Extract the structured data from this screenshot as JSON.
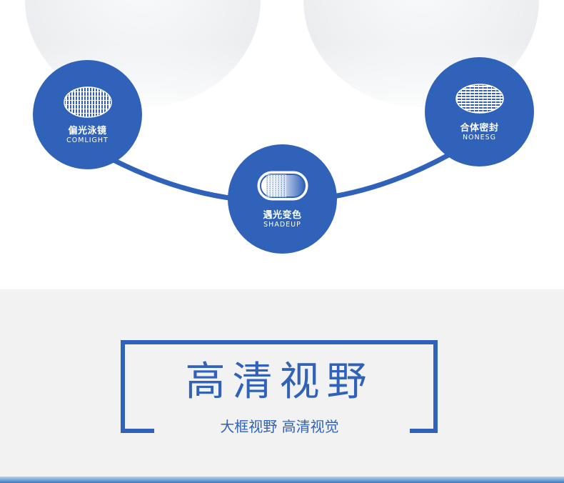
{
  "colors": {
    "brand_blue": "#2f62b8",
    "panel_gray": "#f2f2f2"
  },
  "features": [
    {
      "icon": "vertical-stripe-lens-icon",
      "title": "偏光泳镜",
      "subtitle": "COMLIGHT"
    },
    {
      "icon": "gradient-lens-icon",
      "title": "遇光变色",
      "subtitle": "SHADEUP"
    },
    {
      "icon": "horizontal-stripe-lens-icon",
      "title": "合体密封",
      "subtitle": "NONESG"
    }
  ],
  "section": {
    "title": "高清视野",
    "subtitle": "大框视野 高清视觉"
  }
}
